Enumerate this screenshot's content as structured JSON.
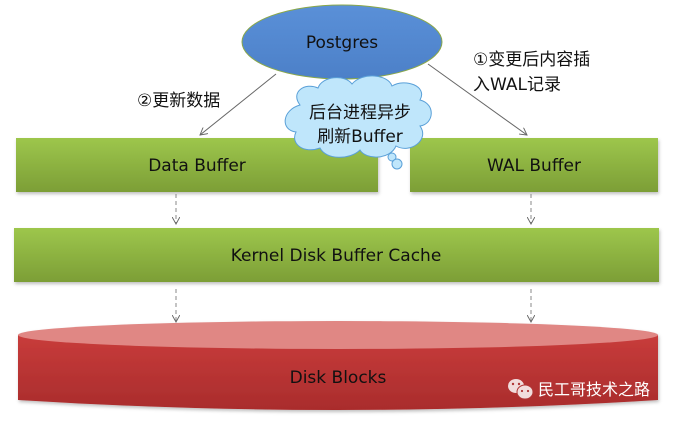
{
  "nodes": {
    "postgres": {
      "label": "Postgres",
      "color": "#5b8fd6"
    },
    "data_buffer": {
      "label": "Data Buffer",
      "color": "#8fb840"
    },
    "wal_buffer": {
      "label": "WAL Buffer",
      "color": "#8fb840"
    },
    "kernel_cache": {
      "label": "Kernel Disk Buffer Cache",
      "color": "#8fb840"
    },
    "disk_blocks": {
      "label": "Disk Blocks",
      "color": "#c23a3a"
    }
  },
  "annotations": {
    "update_data": "②更新数据",
    "wal_insert_line1": "①变更后内容插",
    "wal_insert_line2": "入WAL记录",
    "bg_flush_line1": "后台进程异步",
    "bg_flush_line2": "刷新Buffer"
  },
  "watermark": {
    "icon": "wechat-icon",
    "text": "民工哥技术之路"
  }
}
